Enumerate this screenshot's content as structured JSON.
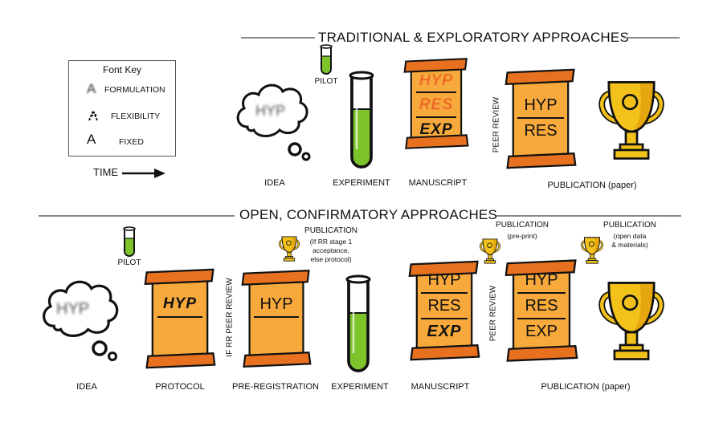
{
  "font_key": {
    "title": "Font Key",
    "formulation": "FORMULATION",
    "flexibility": "FLEXIBILITY",
    "fixed": "FIXED",
    "glyph": "A"
  },
  "time_label": "TIME",
  "traditional": {
    "title": "TRADITIONAL & EXPLORATORY APPROACHES",
    "pilot": "PILOT",
    "hyp": "HYP",
    "res": "RES",
    "exp": "EXP",
    "peer_review": "PEER REVIEW",
    "captions": {
      "idea": "IDEA",
      "experiment": "EXPERIMENT",
      "manuscript": "MANUSCRIPT",
      "publication": "PUBLICATION (paper)"
    }
  },
  "open": {
    "title": "OPEN, CONFIRMATORY APPROACHES",
    "pilot": "PILOT",
    "hyp": "HYP",
    "res": "RES",
    "exp": "EXP",
    "if_rr_peer_review": "IF RR PEER REVIEW",
    "peer_review": "PEER REVIEW",
    "pub_rr_title": "PUBLICATION",
    "pub_rr_note_1": "(If RR stage 1",
    "pub_rr_note_2": "acceptance,",
    "pub_rr_note_3": "else protocol)",
    "pub_preprint_title": "PUBLICATION",
    "pub_preprint_note": "(pre-print)",
    "pub_data_title": "PUBLICATION",
    "pub_data_note_1": "(open data",
    "pub_data_note_2": "& materials)",
    "captions": {
      "idea": "IDEA",
      "protocol": "PROTOCOL",
      "preregistration": "PRE-REGISTRATION",
      "experiment": "EXPERIMENT",
      "manuscript": "MANUSCRIPT",
      "publication": "PUBLICATION (paper)"
    }
  },
  "colors": {
    "scroll_fill": "#f7a93b",
    "scroll_roll": "#e8711f",
    "liquid": "#7cc42a",
    "trophy": "#f2c21b",
    "trophy_dark": "#e5a70d",
    "formulation_text": "#e8501f"
  }
}
